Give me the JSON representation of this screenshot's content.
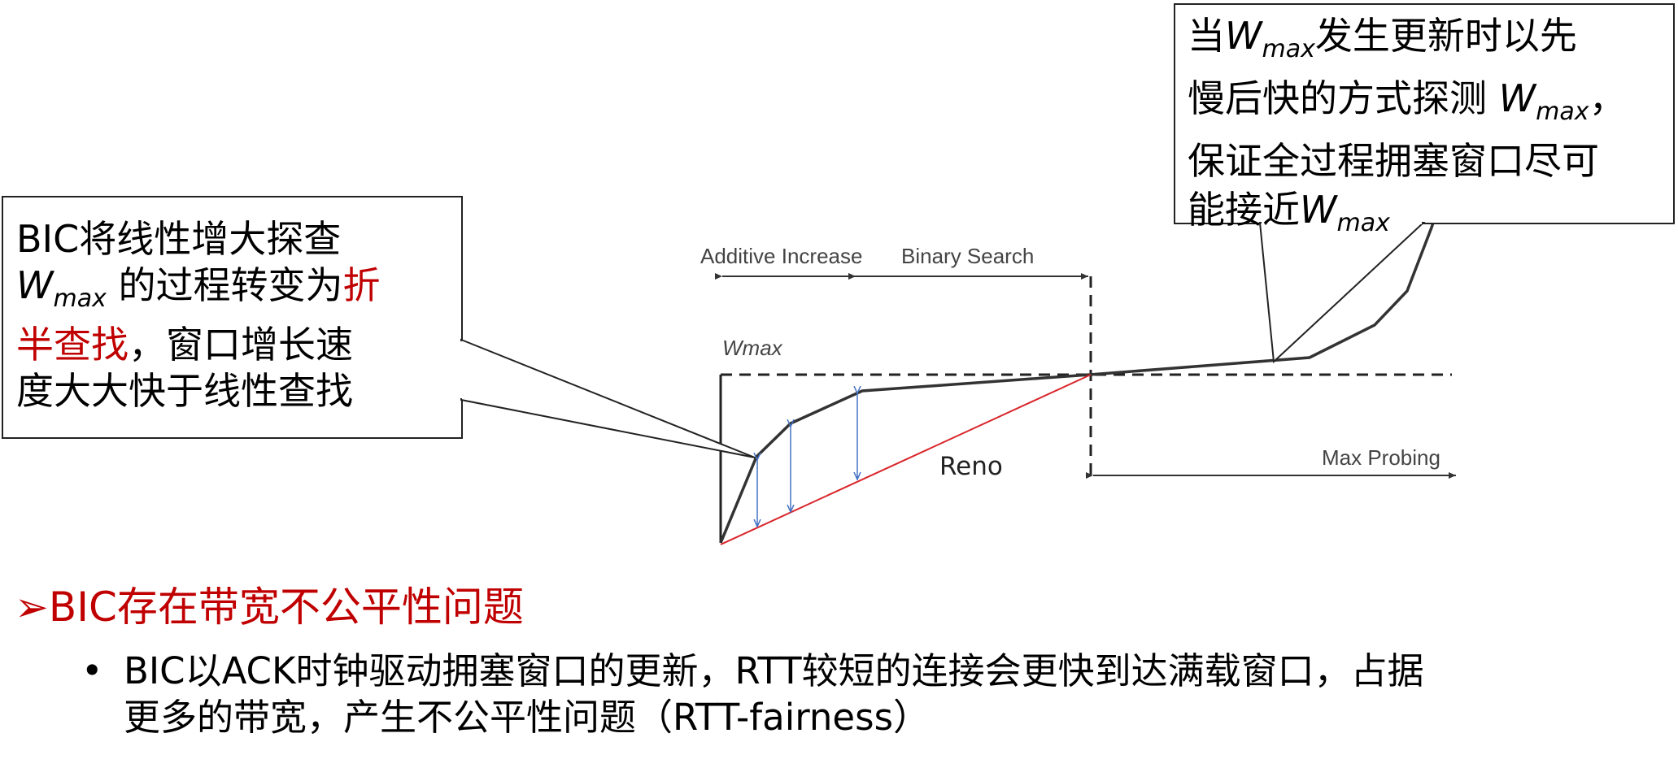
{
  "callout_left": {
    "line1": "BIC将线性增大探查",
    "line2_w": "W",
    "line2_sub": "max",
    "line2_mid": " 的过程转变为",
    "line2_red": "折",
    "line3_red": "半查找",
    "line3_rest": "，窗口增长速",
    "line4": "度大大快于线性查找"
  },
  "callout_right": {
    "line1_pre": "当",
    "line1_w": "W",
    "line1_sub": "max",
    "line1_post": "发生更新时以先",
    "line2_pre": "慢后快的方式探测 ",
    "line2_w": "W",
    "line2_sub": "max",
    "line2_post": "，",
    "line3": "保证全过程拥塞窗口尽可",
    "line4_pre": "能接近",
    "line4_w": "W",
    "line4_sub": "max"
  },
  "diagram": {
    "label_additive": "Additive Increase",
    "label_binary": "Binary Search",
    "label_wmax": "Wmax",
    "label_reno": "Reno",
    "label_max_probing": "Max Probing"
  },
  "heading": {
    "marker": "➢",
    "text": "BIC存在带宽不公平性问题"
  },
  "bullet": {
    "marker": "•",
    "line1": "BIC以ACK时钟驱动拥塞窗口的更新，RTT较短的连接会更快到达满载窗口，占据",
    "line2": "更多的带宽，产生不公平性问题（RTT-fairness）"
  }
}
